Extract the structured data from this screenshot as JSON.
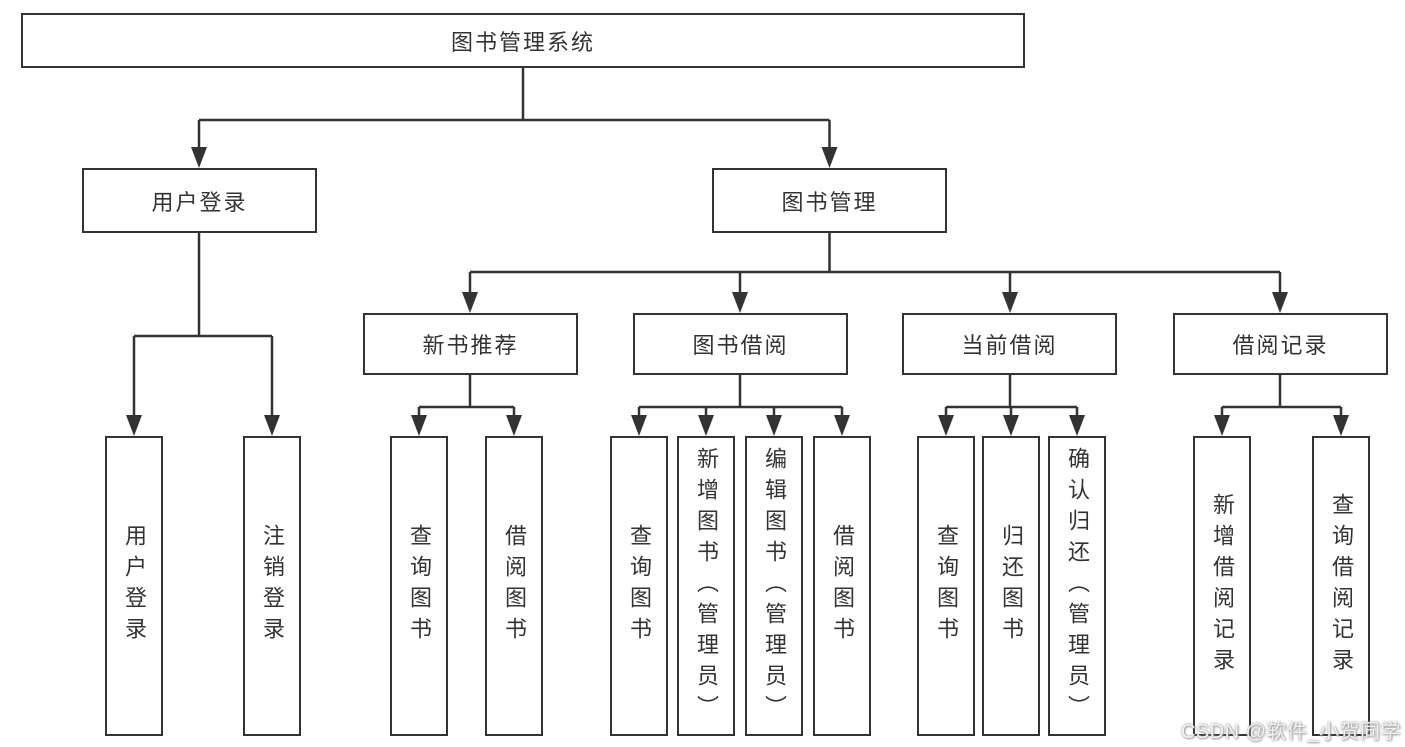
{
  "root": {
    "label": "图书管理系统"
  },
  "user_module": {
    "label": "用户登录",
    "leaves": [
      "用户登录",
      "注销登录"
    ]
  },
  "book_module": {
    "label": "图书管理",
    "sections": [
      {
        "label": "新书推荐",
        "leaves": [
          "查询图书",
          "借阅图书"
        ]
      },
      {
        "label": "图书借阅",
        "leaves": [
          "查询图书",
          "新增图书（管理员）",
          "编辑图书（管理员）",
          "借阅图书"
        ]
      },
      {
        "label": "当前借阅",
        "leaves": [
          "查询图书",
          "归还图书",
          "确认归还（管理员）"
        ]
      },
      {
        "label": "借阅记录",
        "leaves": [
          "新增借阅记录",
          "查询借阅记录"
        ]
      }
    ]
  },
  "watermark": {
    "text": "CSDN @软件_小贺同学"
  },
  "colors": {
    "line": "#333333",
    "text": "#333333",
    "background": "#ffffff",
    "watermark": "#f2f2f2"
  }
}
